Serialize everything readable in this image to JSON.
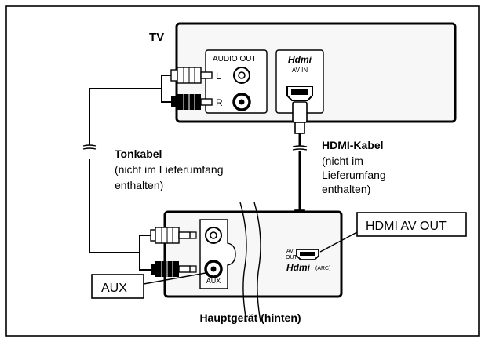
{
  "tv": {
    "label": "TV",
    "audio_out": "AUDIO OUT",
    "left": "L",
    "right": "R",
    "hdmi_logo": "Hdmi",
    "hdmi_port": "AV IN"
  },
  "audio_cable": {
    "title": "Tonkabel",
    "note_1": "(nicht im Lieferumfang",
    "note_2": "enthalten)"
  },
  "hdmi_cable": {
    "title": "HDMI-Kabel",
    "note_1": "(nicht im",
    "note_2": "Lieferumfang",
    "note_3": "enthalten)"
  },
  "unit": {
    "label": "Hauptgerät (hinten)",
    "aux_jack": "AUX",
    "av_out_1": "AV",
    "av_out_2": "OUT",
    "hdmi_logo": "Hdmi",
    "arc": "(ARC)"
  },
  "callouts": {
    "hdmi_av_out": "HDMI AV OUT",
    "aux": "AUX"
  }
}
